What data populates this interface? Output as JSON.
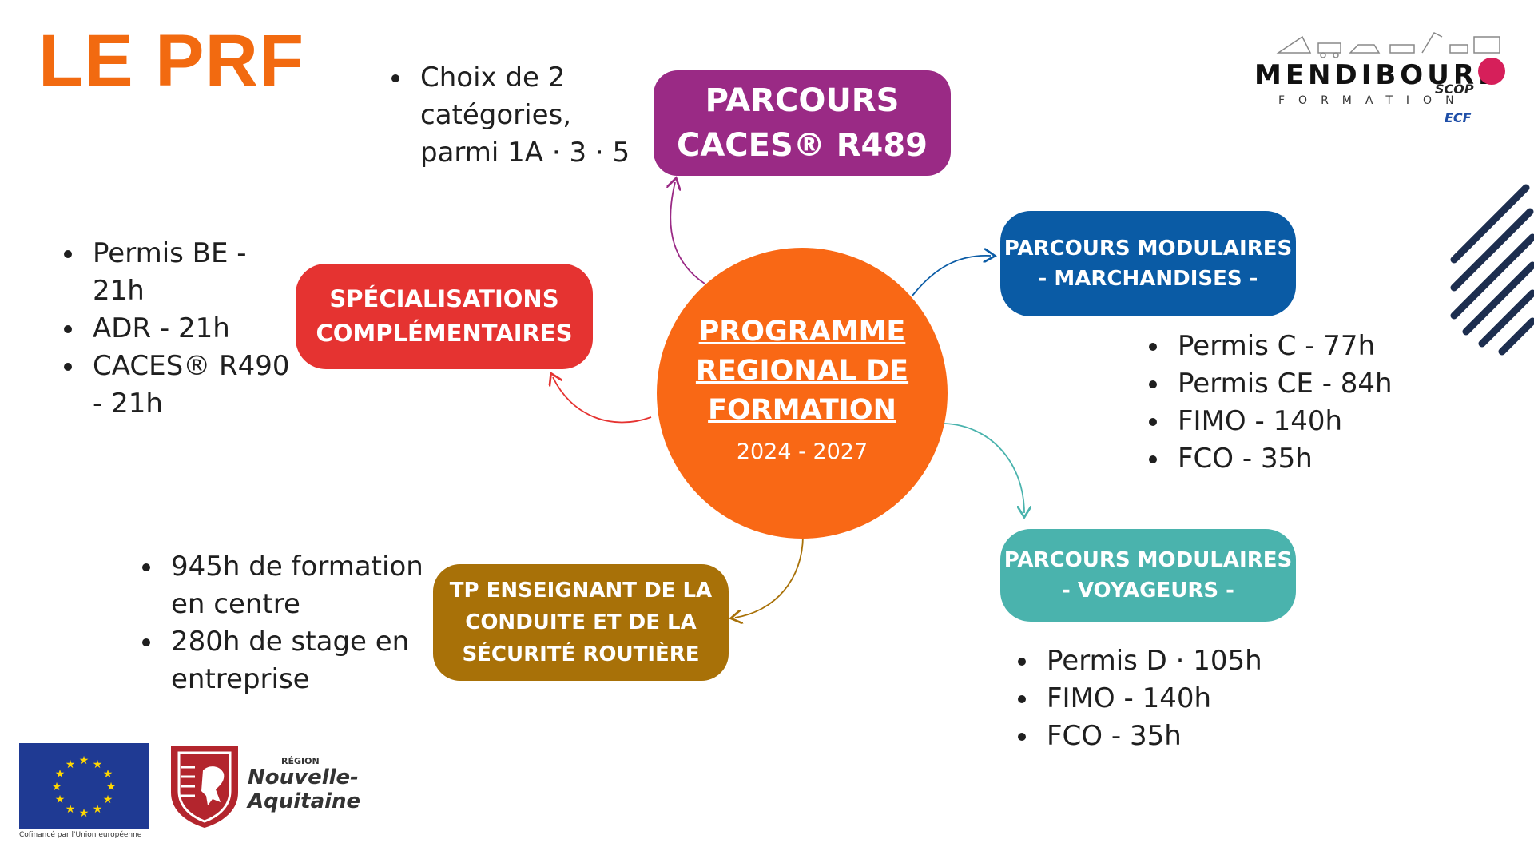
{
  "title": "LE PRF",
  "center": {
    "line1": "PROGRAMME",
    "line2": "REGIONAL DE",
    "line3": "FORMATION",
    "years": "2024 - 2027",
    "color": "#f96815"
  },
  "caces": {
    "line1": "PARCOURS",
    "line2": "CACES® R489",
    "color": "#9a2a85",
    "bullets": [
      "Choix de 2 catégories, parmi 1A · 3 · 5"
    ]
  },
  "marchandises": {
    "line1": "PARCOURS MODULAIRES",
    "line2": "- MARCHANDISES -",
    "color": "#0a5ba5",
    "bullets": [
      "Permis C - 77h",
      "Permis CE - 84h",
      "FIMO - 140h",
      "FCO - 35h"
    ]
  },
  "voyageurs": {
    "line1": "PARCOURS MODULAIRES",
    "line2": "- VOYAGEURS -",
    "color": "#4ab3ad",
    "bullets": [
      "Permis D · 105h",
      "FIMO - 140h",
      "FCO - 35h"
    ]
  },
  "specialisations": {
    "line1": "SPÉCIALISATIONS",
    "line2": "COMPLÉMENTAIRES",
    "color": "#e53331",
    "bullets": [
      "Permis BE - 21h",
      "ADR - 21h",
      "CACES® R490 - 21h"
    ]
  },
  "tp": {
    "line1": "TP ENSEIGNANT DE LA",
    "line2": "CONDUITE ET DE LA",
    "line3": "SÉCURITÉ ROUTIÈRE",
    "color": "#a87108",
    "bullets": [
      "945h de formation en centre",
      "280h de stage en entreprise"
    ]
  },
  "logo": {
    "name": "MENDIBOURE",
    "scop": "SCOP",
    "sub": "FORMATION",
    "ecf": "ECF"
  },
  "eu": {
    "caption": "Cofinancé par l'Union européenne"
  },
  "region": {
    "small": "RÉGION",
    "line1": "Nouvelle-",
    "line2": "Aquitaine"
  }
}
